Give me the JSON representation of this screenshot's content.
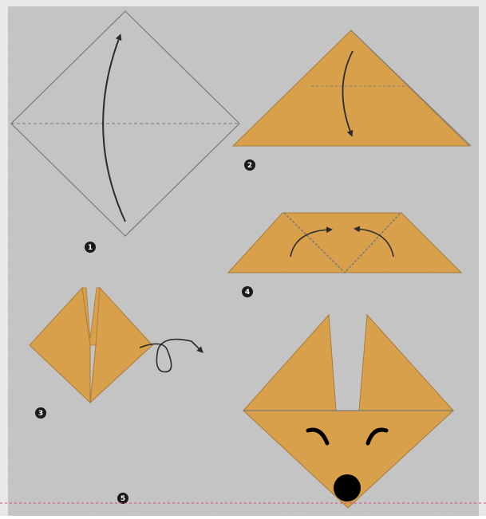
{
  "colors": {
    "paper_background": "#c8c8c8",
    "page_border": "#e8e8e8",
    "origami_fill": "#d9a04c",
    "origami_stroke": "#a87a3a",
    "outline_stroke": "#7a7a7a",
    "arrow_color": "#2b2b2b",
    "step_badge_fill": "#1a1a1a",
    "nose_color": "#000000",
    "bottom_guide_line": "#d94a7a"
  },
  "steps": [
    {
      "number": "1"
    },
    {
      "number": "2"
    },
    {
      "number": "3"
    },
    {
      "number": "4"
    },
    {
      "number": "5"
    }
  ]
}
